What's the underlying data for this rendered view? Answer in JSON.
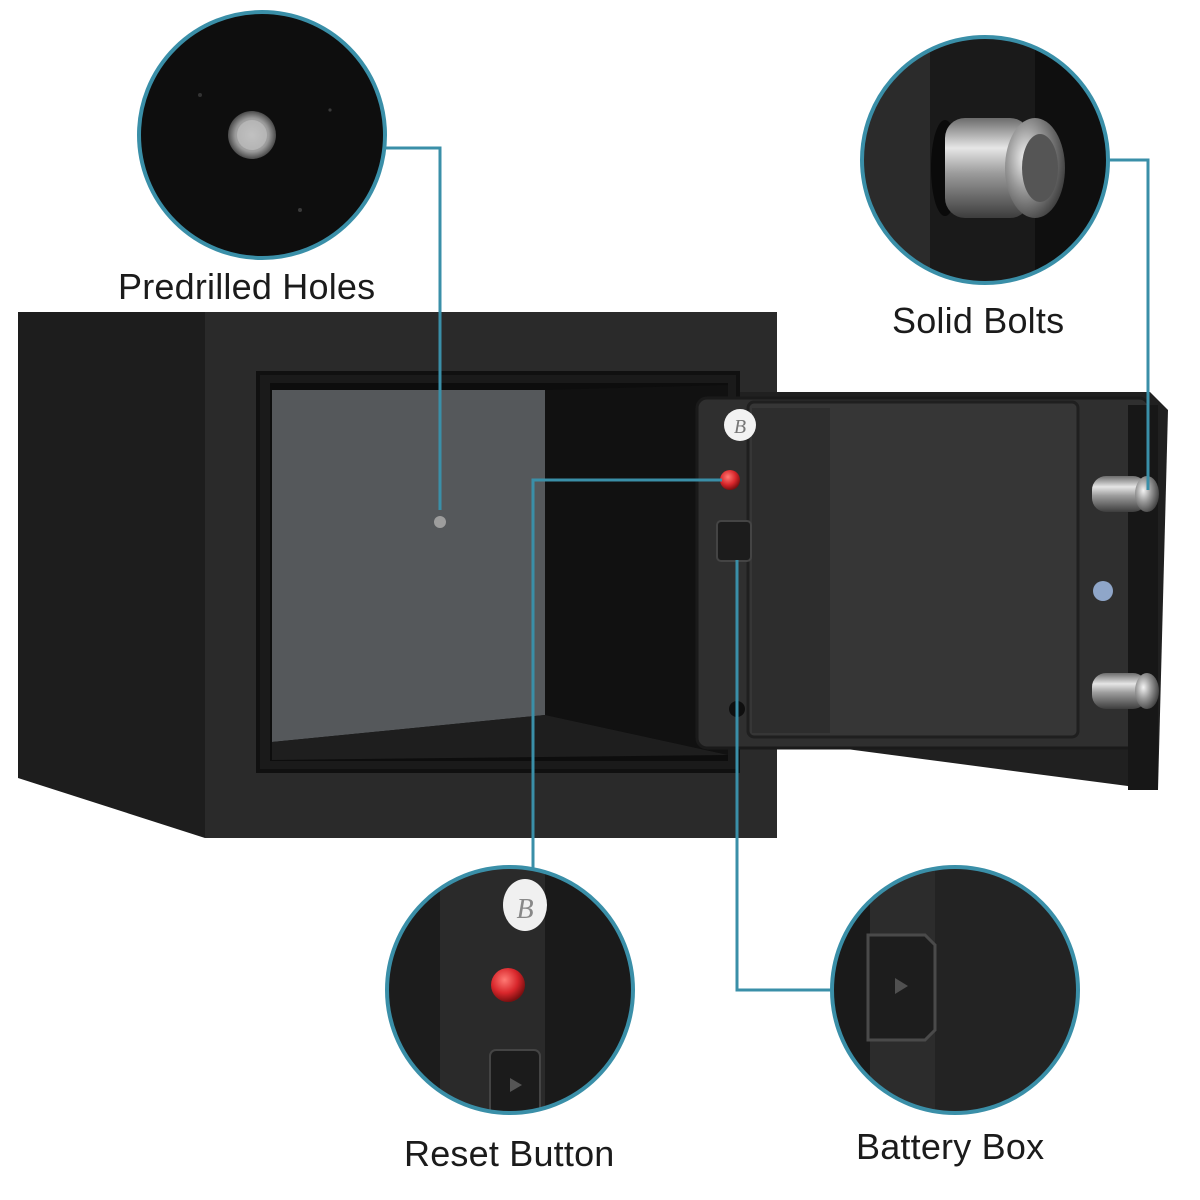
{
  "callouts": {
    "predrilled_holes": "Predrilled Holes",
    "solid_bolts": "Solid Bolts",
    "reset_button": "Reset Button",
    "battery_box": "Battery Box"
  },
  "door_sticker_letter": "B",
  "colors": {
    "accent_line": "#3a8fa8",
    "safe_body": "#262626",
    "felt": "#55585b",
    "reset_red": "#d8262b",
    "background": "#ffffff"
  }
}
